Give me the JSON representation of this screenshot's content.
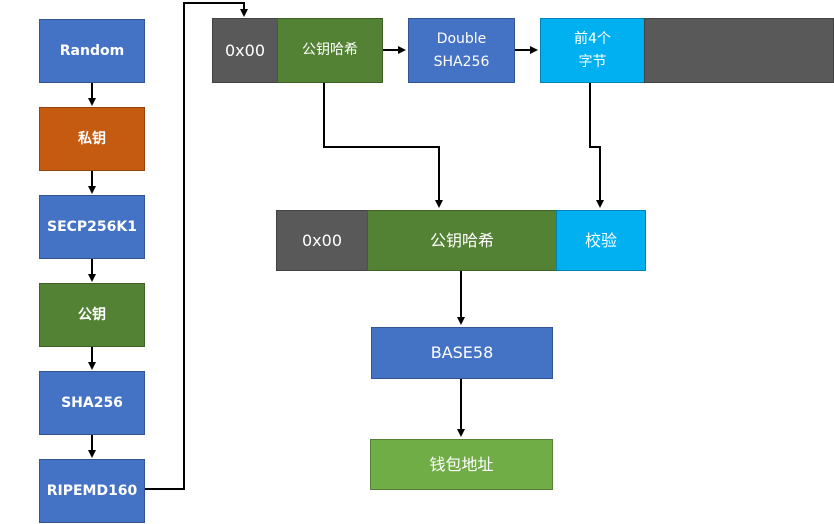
{
  "chain": {
    "random": "Random",
    "private_key": "私钥",
    "secp": "SECP256K1",
    "public_key": "公钥",
    "sha256": "SHA256",
    "ripemd": "RIPEMD160"
  },
  "top_row": {
    "prefix": "0x00",
    "pubkey_hash": "公钥哈希",
    "double_sha": "Double\nSHA256",
    "first4": "前4个\n字节"
  },
  "mid_row": {
    "prefix": "0x00",
    "pubkey_hash": "公钥哈希",
    "checksum": "校验"
  },
  "base58": "BASE58",
  "wallet_address": "钱包地址",
  "colors": {
    "blue": "#4472c4",
    "orange": "#c55a11",
    "green": "#548235",
    "light_green": "#70ad47",
    "gray": "#595959",
    "cyan": "#00b0f0"
  }
}
